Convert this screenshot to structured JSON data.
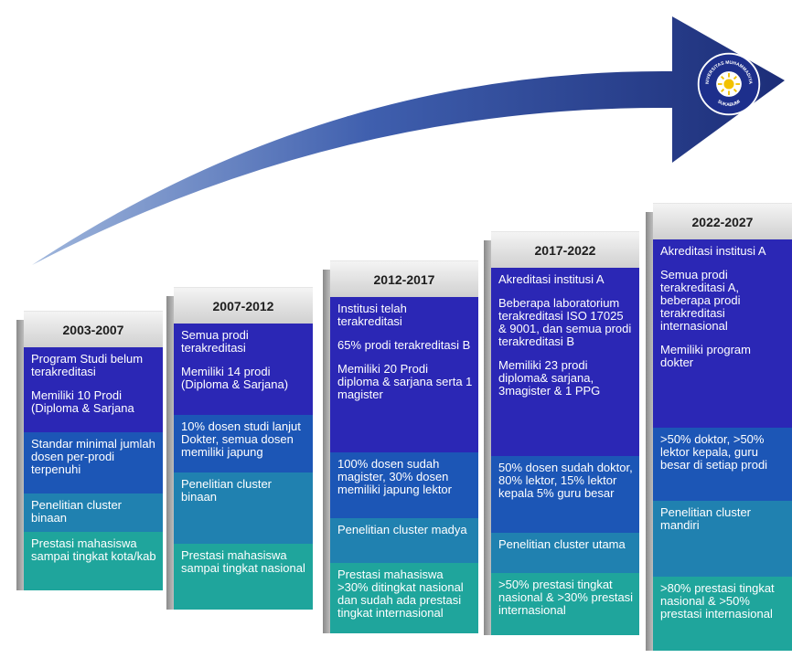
{
  "logo": {
    "name": "university-seal",
    "text_top": "UNIVERSITAS MUHAMMADIYAH",
    "text_bottom": "SUKABUMI"
  },
  "steps": [
    {
      "period": "2003-2007",
      "status": [
        "Program Studi belum terakreditasi",
        "Memiliki 10 Prodi (Diploma & Sarjana"
      ],
      "dosen": "Standar minimal jumlah dosen per-prodi terpenuhi",
      "penelitian": "Penelitian cluster binaan",
      "prestasi": "Prestasi mahasiswa sampai tingkat kota/kab"
    },
    {
      "period": "2007-2012",
      "status": [
        "Semua prodi terakreditasi",
        "Memiliki 14 prodi (Diploma & Sarjana)"
      ],
      "dosen": "10% dosen studi lanjut Dokter, semua dosen memiliki japung",
      "penelitian": "Penelitian cluster binaan",
      "prestasi": "Prestasi mahasiswa sampai tingkat nasional"
    },
    {
      "period": "2012-2017",
      "status": [
        "Institusi telah terakreditasi",
        "65% prodi terakreditasi B",
        "Memiliki 20 Prodi diploma & sarjana serta 1 magister"
      ],
      "dosen": "100% dosen sudah magister, 30% dosen memiliki japung lektor",
      "penelitian": "Penelitian cluster madya",
      "prestasi": "Prestasi mahasiswa >30% ditingkat nasional dan sudah ada prestasi tingkat internasional"
    },
    {
      "period": "2017-2022",
      "status": [
        "Akreditasi institusi A",
        "Beberapa laboratorium terakreditasi ISO 17025 & 9001, dan semua prodi terakreditasi B",
        "Memiliki 23 prodi diploma& sarjana, 3magister & 1 PPG"
      ],
      "dosen": "50% dosen sudah doktor, 80% lektor, 15% lektor kepala 5% guru besar",
      "penelitian": "Penelitian cluster utama",
      "prestasi": ">50% prestasi tingkat nasional & >30% prestasi internasional"
    },
    {
      "period": "2022-2027",
      "status": [
        "Akreditasi institusi A",
        "Semua prodi terakreditasi A, beberapa prodi terakreditasi internasional",
        "Memiliki program dokter"
      ],
      "dosen": ">50% doktor, >50% lektor kepala, guru besar di setiap prodi",
      "penelitian": "Penelitian cluster mandiri",
      "prestasi": ">80% prestasi tingkat nasional & >50% prestasi internasional"
    }
  ]
}
